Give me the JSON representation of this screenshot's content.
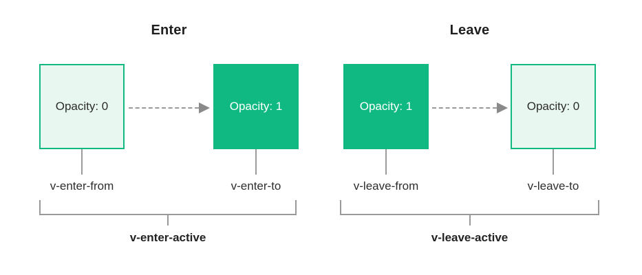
{
  "diagram": {
    "colors": {
      "solid_green": "#10b981",
      "light_green_fill": "#e8f7ef",
      "green_border": "#10b981",
      "line_gray": "#999999",
      "arrow_head_gray": "#8a8a8a",
      "text_dark": "#2c2c2c",
      "box_text_on_green": "#ffffff",
      "background": "#ffffff"
    },
    "enter": {
      "title": "Enter",
      "from_box": {
        "label": "Opacity: 0",
        "fill": "light-outline"
      },
      "to_box": {
        "label": "Opacity: 1",
        "fill": "solid-green"
      },
      "from_class": "v-enter-from",
      "to_class": "v-enter-to",
      "active_class": "v-enter-active"
    },
    "leave": {
      "title": "Leave",
      "from_box": {
        "label": "Opacity: 1",
        "fill": "solid-green"
      },
      "to_box": {
        "label": "Opacity: 0",
        "fill": "light-outline"
      },
      "from_class": "v-leave-from",
      "to_class": "v-leave-to",
      "active_class": "v-leave-active"
    }
  }
}
